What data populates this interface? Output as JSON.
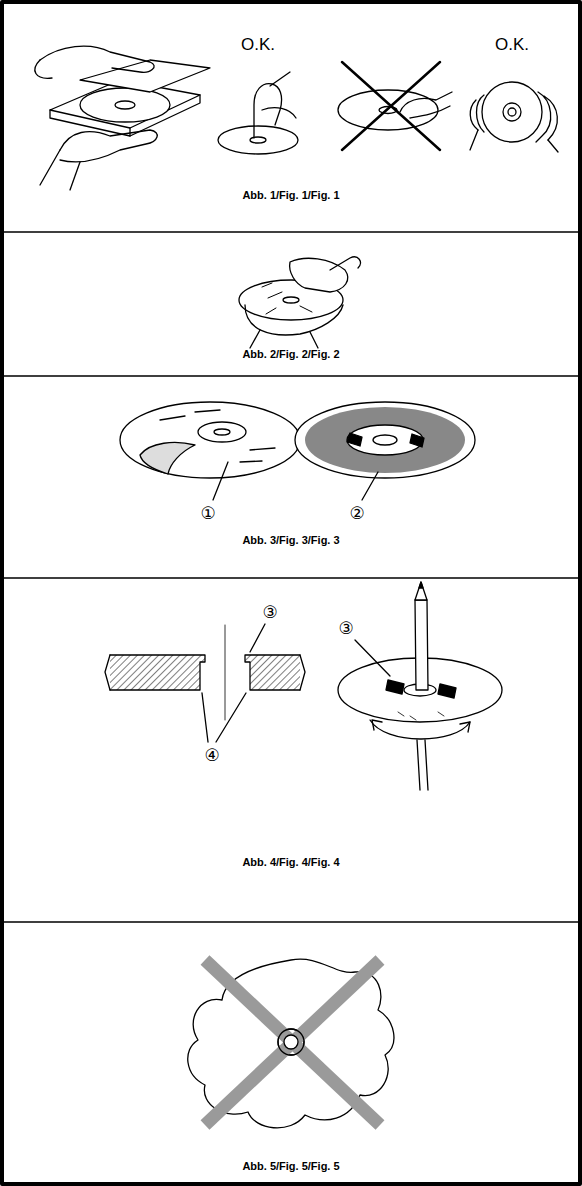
{
  "diagram": {
    "labels": [
      "O.K.",
      "O.K.",
      "Abb. 1/Fig. 1/Fig. 1",
      "Abb. 2/Fig. 2/Fig. 2",
      "①",
      "②",
      "Abb. 3/Fig. 3/Fig. 3",
      "③",
      "④",
      "③",
      "Abb. 4/Fig. 4/Fig. 4",
      "Abb. 5/Fig. 5/Fig. 5"
    ]
  }
}
